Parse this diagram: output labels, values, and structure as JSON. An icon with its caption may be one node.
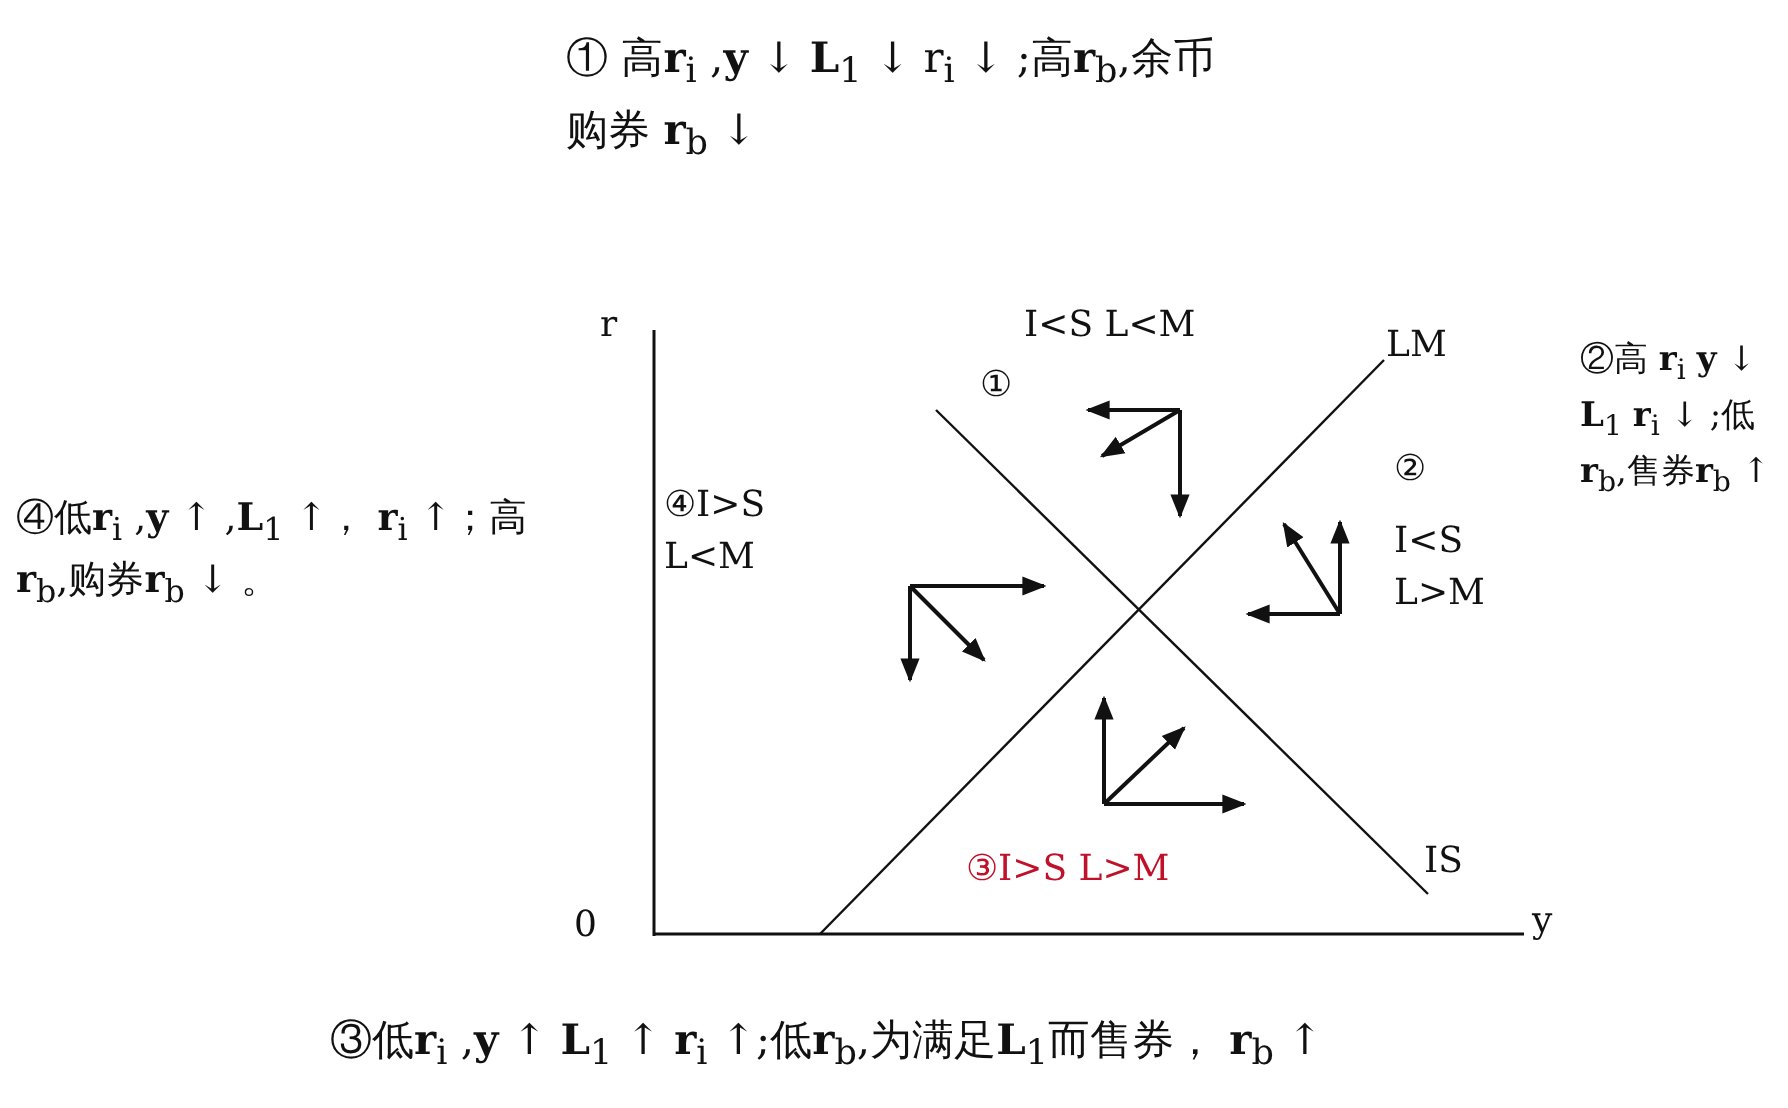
{
  "diagram": {
    "labels": [
      "① 高**r**$_{i}$ ,**y** ↓ **L**$_{1}$ ↓ r$_{i}$ ↓ ;高**r**$_{b}$,余币购券 **r**$_{b}$ ↓",
      "r",
      "I<S L<M",
      "LM",
      "①",
      "②高 **r**$_{i}$ **y** ↓ **L**$_{1}$ **r**$_{i}$ ↓ ;低**r**$_{b}$,售券**r**$_{b}$ ↑",
      "②",
      "④低**r**$_{i}$ ,**y** ↑ ,**L**$_{1}$ ↑， **r**$_{i}$ ↑；高**r**$_{b}$,购券**r**$_{b}$ ↓ 。",
      "④I>S L<M",
      "I<S L>M",
      "③I>S L>M",
      "IS",
      "0",
      "y",
      "③低**r**$_{i}$ ,**y** ↑ **L**$_{1}$ ↑ **r**$_{i}$ ↑;低**r**$_{b}$,为满足**L**$_{1}$而售券， **r**$_{b}$ ↑"
    ]
  }
}
